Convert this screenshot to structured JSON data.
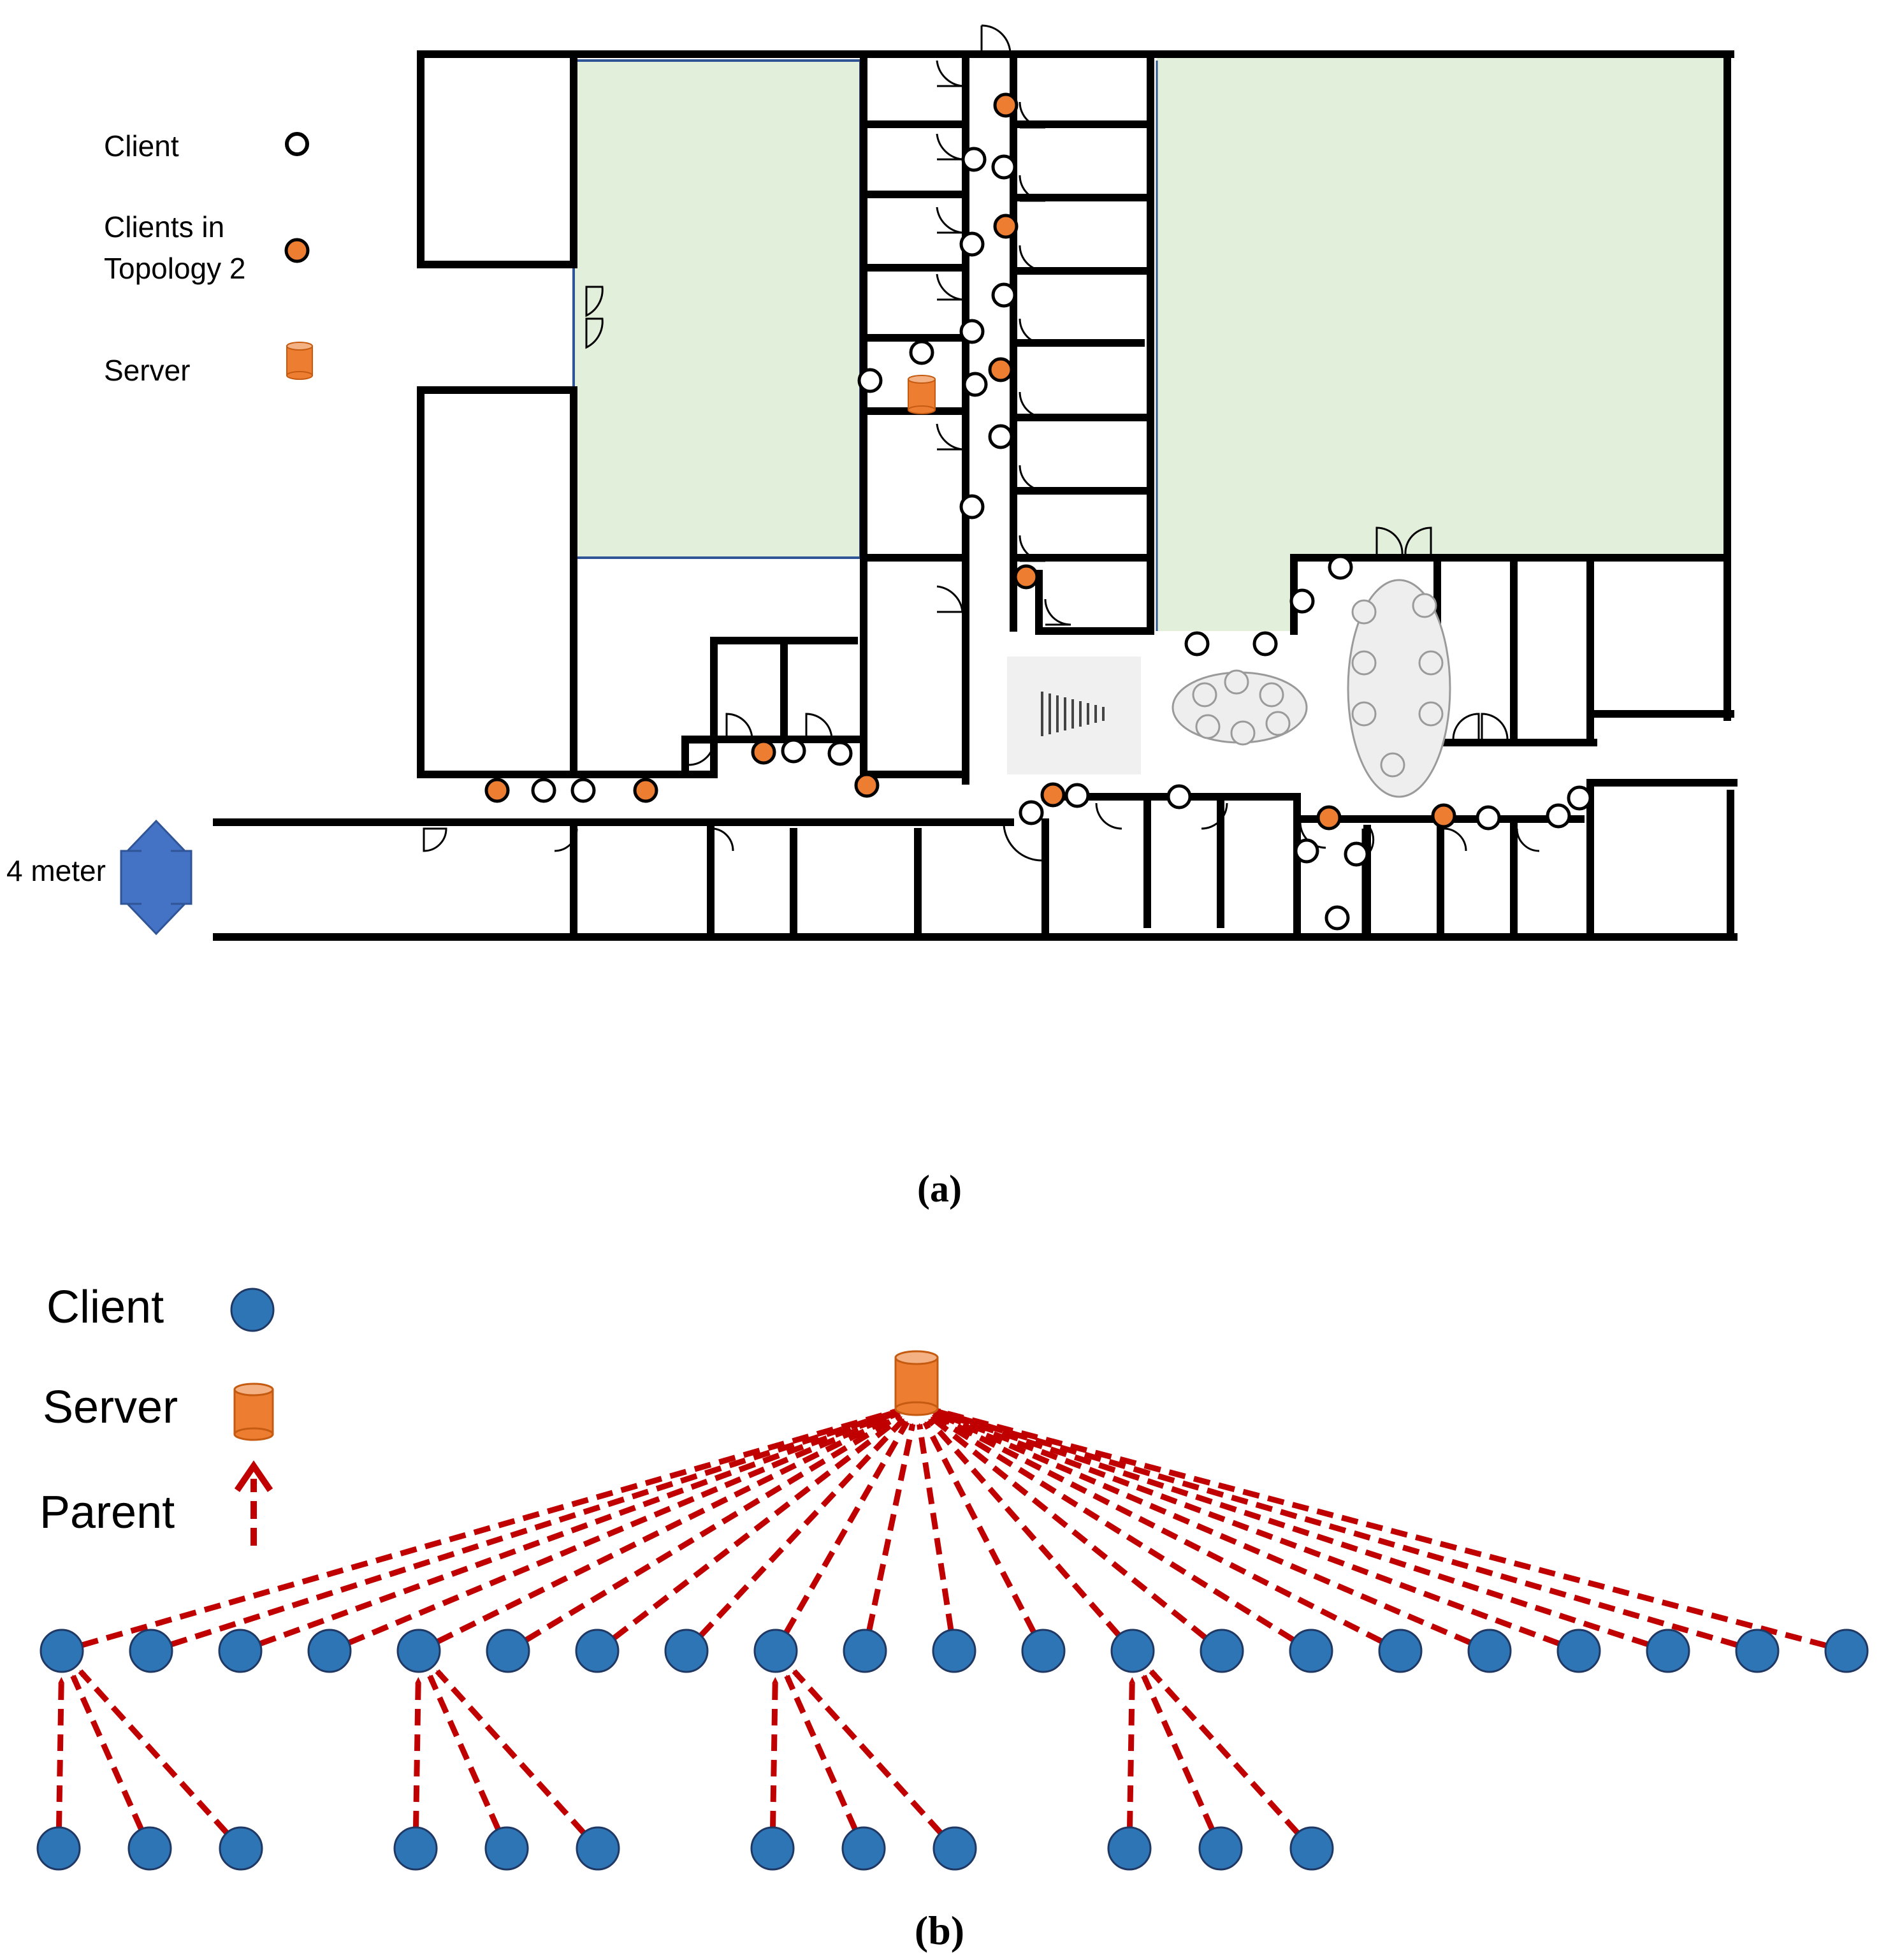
{
  "colors": {
    "wall": "#000000",
    "room_fill": "#e2efda",
    "room_border": "#2f5597",
    "client_marker": "#ffffff",
    "topology2_marker": "#ed7d31",
    "server_marker": "#ed7d31",
    "tree_node": "#2e75b6",
    "tree_node_stroke": "#1f3864",
    "parent_edge": "#c00000",
    "scale_arrow": "#4472c4"
  },
  "panel_a": {
    "legend": {
      "client_label": "Client",
      "client_icon": "hollow-circle",
      "topology2_label_line1": "Clients in",
      "topology2_label_line2": "Topology 2",
      "topology2_icon": "orange-circle",
      "server_label": "Server",
      "server_icon": "orange-cylinder"
    },
    "scale_label": "4 meter",
    "scale_icon": "double-arrow",
    "caption": "(a)"
  },
  "panel_b": {
    "legend": {
      "client_label": "Client",
      "client_icon": "blue-circle",
      "server_label": "Server",
      "server_icon": "orange-cylinder",
      "parent_label": "Parent",
      "parent_icon": "dashed-arrow-up"
    },
    "tree": {
      "root": "server",
      "children_of_server": 21,
      "groups": [
        {
          "parent_index": 1,
          "children": 3
        },
        {
          "parent_index": 5,
          "children": 3
        },
        {
          "parent_index": 9,
          "children": 3
        },
        {
          "parent_index": 13,
          "children": 3
        }
      ]
    },
    "caption": "(b)"
  }
}
